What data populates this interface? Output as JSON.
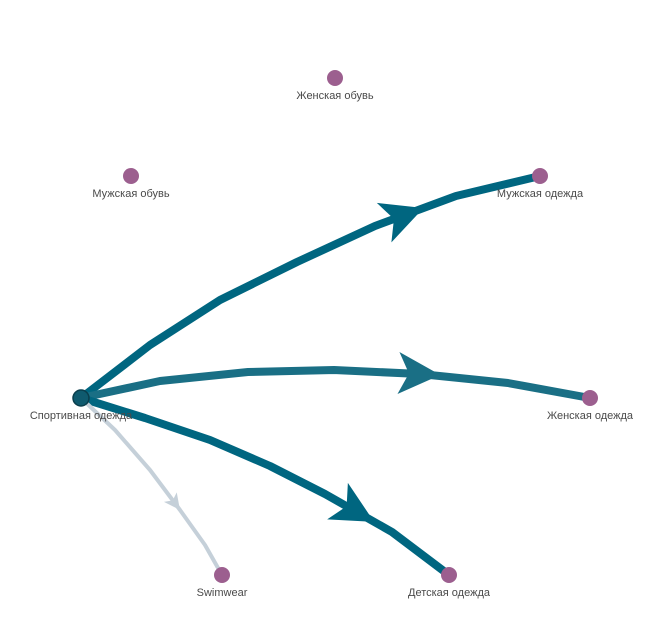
{
  "graph": {
    "colors": {
      "node": "#9c5f8f",
      "source_node": "#0f5a6e",
      "edge_strong": "#006680",
      "edge_medium": "#1a6f85",
      "edge_weak": "#c5d0d9",
      "label": "#4a4a4a"
    },
    "nodes": [
      {
        "id": "sport",
        "label": "Спортивная одежда"
      },
      {
        "id": "women_shoes",
        "label": "Женская обувь"
      },
      {
        "id": "men_shoes",
        "label": "Мужская обувь"
      },
      {
        "id": "men_clothing",
        "label": "Мужская одежда"
      },
      {
        "id": "women_clothing",
        "label": "Женская одежда"
      },
      {
        "id": "kids_clothing",
        "label": "Детская одежда"
      },
      {
        "id": "swimwear",
        "label": "Swimwear"
      }
    ],
    "edges": [
      {
        "from": "sport",
        "to": "men_clothing",
        "strength": "strong"
      },
      {
        "from": "sport",
        "to": "women_clothing",
        "strength": "medium"
      },
      {
        "from": "sport",
        "to": "kids_clothing",
        "strength": "strong"
      },
      {
        "from": "sport",
        "to": "swimwear",
        "strength": "weak"
      }
    ]
  }
}
